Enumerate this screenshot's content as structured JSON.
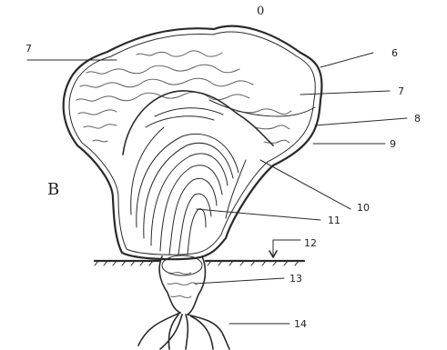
{
  "figure": {
    "plate_letter": "B",
    "top_mark": "0",
    "labels": [
      "7",
      "6",
      "7",
      "8",
      "9",
      "10",
      "11",
      "12",
      "13",
      "14"
    ]
  }
}
